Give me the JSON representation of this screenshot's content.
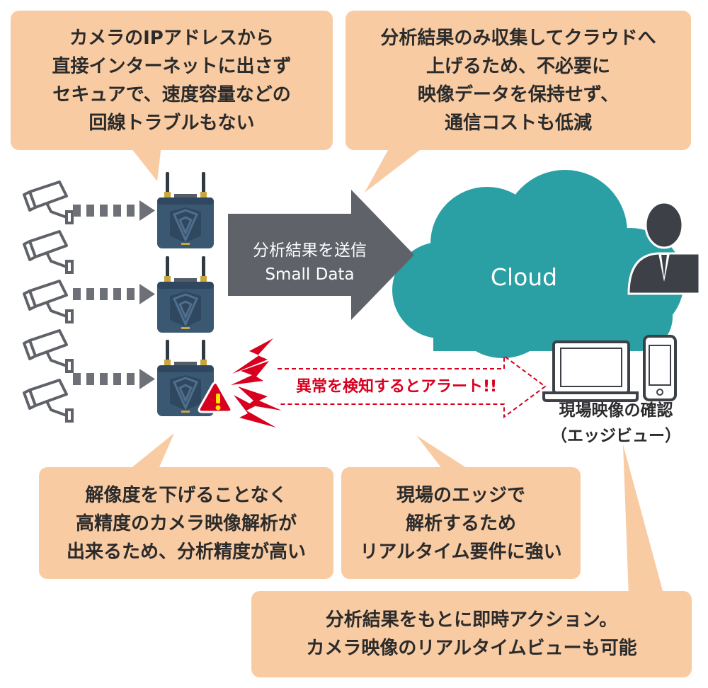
{
  "bubbles": {
    "top_left": [
      "カメラのIPアドレスから",
      "直接インターネットに出さず",
      "セキュアで、速度容量などの",
      "回線トラブルもない"
    ],
    "top_right": [
      "分析結果のみ収集してクラウドへ",
      "上げるため、不必要に",
      "映像データを保持せず、",
      "通信コストも低減"
    ],
    "bottom_left": [
      "解像度を下げることなく",
      "高精度のカメラ映像解析が",
      "出来るため、分析精度が高い"
    ],
    "bottom_middle": [
      "現場のエッジで",
      "解析するため",
      "リアルタイム要件に強い"
    ],
    "bottom_wide": [
      "分析結果をもとに即時アクション。",
      "カメラ映像のリアルタイムビューも可能"
    ]
  },
  "send_arrow": {
    "line1": "分析結果を送信",
    "line2": "Small Data"
  },
  "cloud": {
    "label": "Cloud"
  },
  "alert": {
    "label": "異常を検知するとアラート!!"
  },
  "edge_view": {
    "line1": "現場映像の確認",
    "line2": "（エッジビュー）"
  },
  "colors": {
    "bubble": "#f8cba3",
    "arrow": "#5f6268",
    "cloud": "#2aa0a4",
    "device": "#3b5873",
    "alert_red": "#d7001f",
    "user_dark": "#3d4147",
    "camera_stroke": "#5f6268"
  }
}
